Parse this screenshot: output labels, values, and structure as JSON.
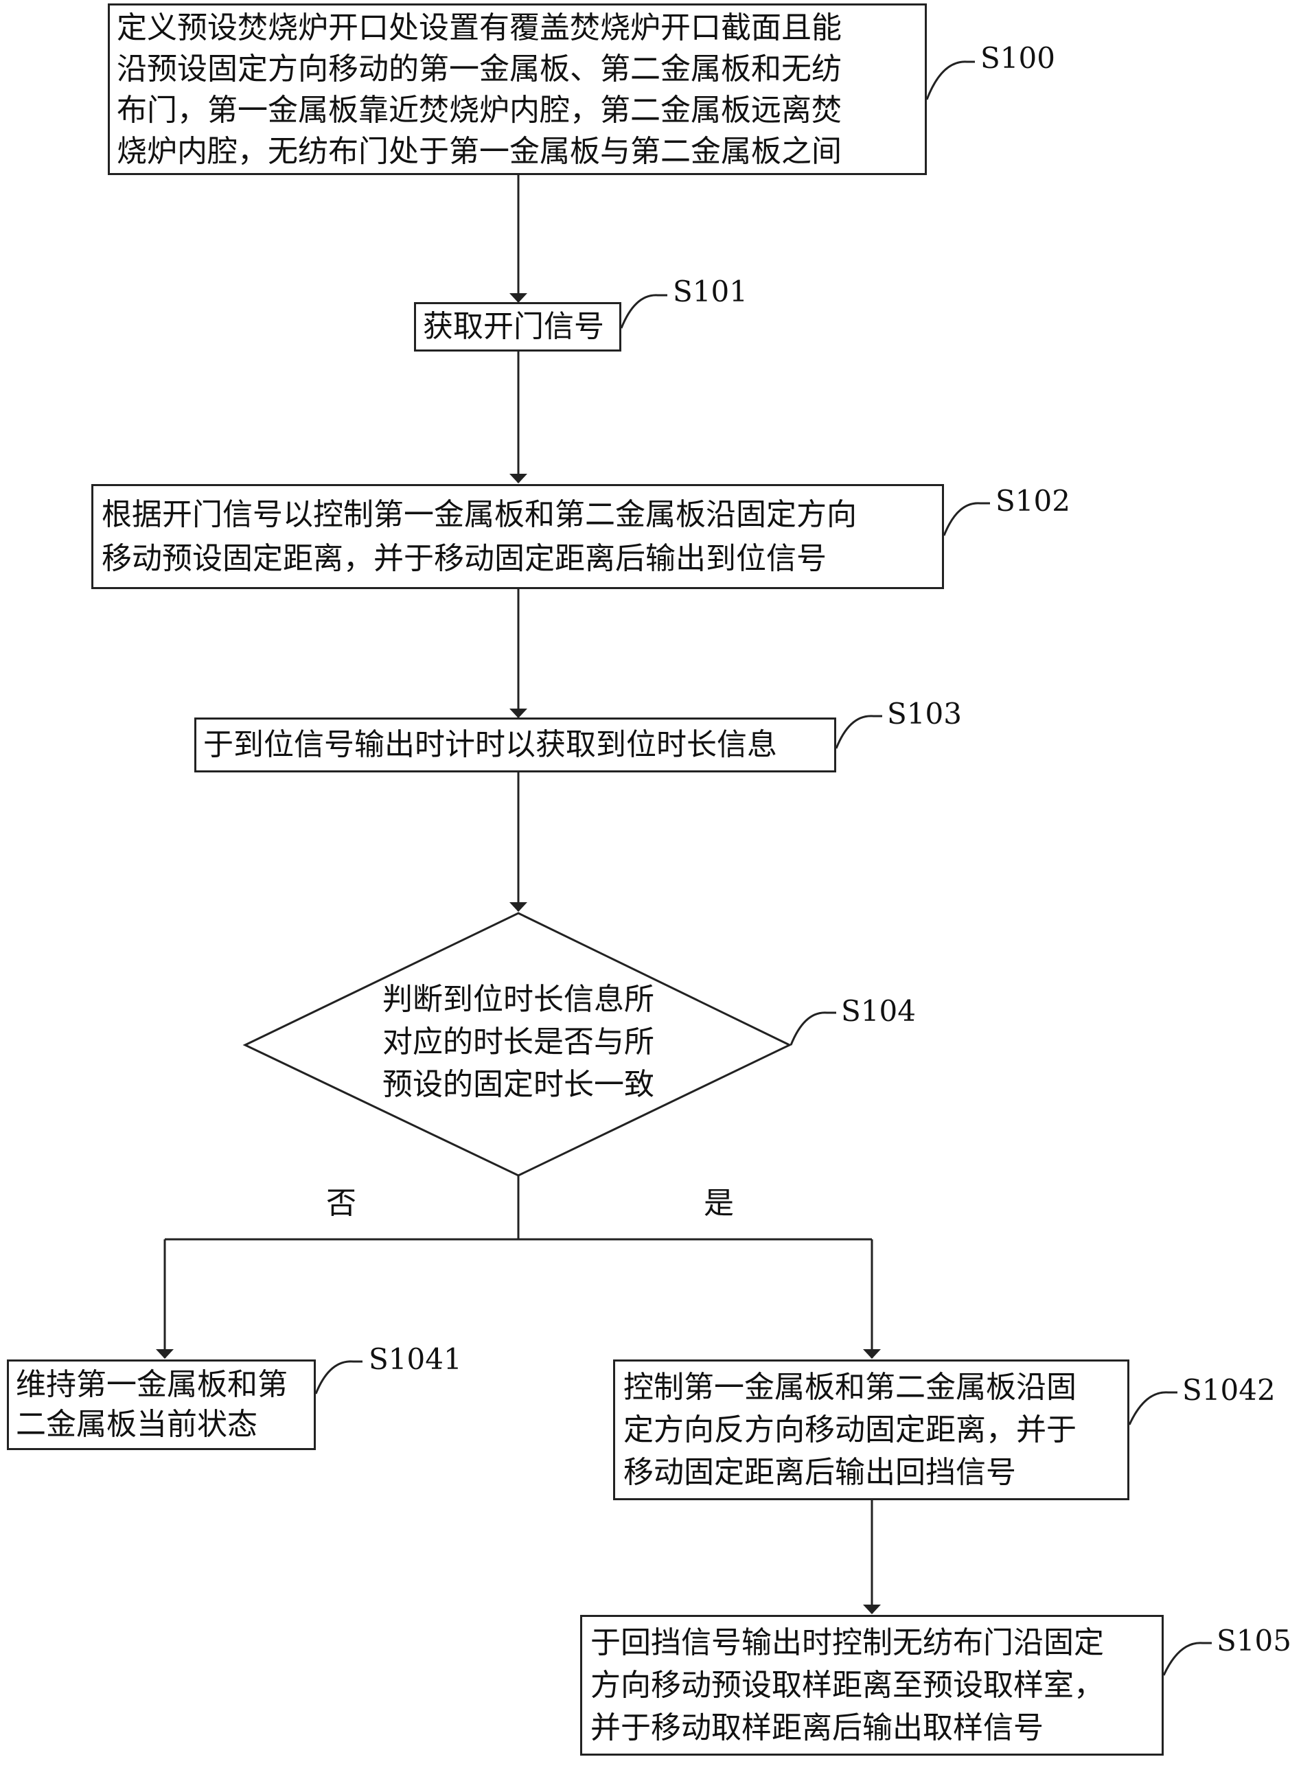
{
  "steps": {
    "s100": {
      "label": "S100",
      "lines": [
        "定义预设焚烧炉开口处设置有覆盖焚烧炉开口截面且能",
        "沿预设固定方向移动的第一金属板、第二金属板和无纺",
        "布门，第一金属板靠近焚烧炉内腔，第二金属板远离焚",
        "烧炉内腔，无纺布门处于第一金属板与第二金属板之间"
      ]
    },
    "s101": {
      "label": "S101",
      "lines": [
        "获取开门信号"
      ]
    },
    "s102": {
      "label": "S102",
      "lines": [
        "根据开门信号以控制第一金属板和第二金属板沿固定方向",
        "移动预设固定距离，并于移动固定距离后输出到位信号"
      ]
    },
    "s103": {
      "label": "S103",
      "lines": [
        "于到位信号输出时计时以获取到位时长信息"
      ]
    },
    "s104": {
      "label": "S104",
      "lines": [
        "判断到位时长信息所",
        "对应的时长是否与所",
        "预设的固定时长一致"
      ]
    },
    "s1041": {
      "label": "S1041",
      "lines": [
        "维持第一金属板和第",
        "二金属板当前状态"
      ]
    },
    "s1042": {
      "label": "S1042",
      "lines": [
        "控制第一金属板和第二金属板沿固",
        "定方向反方向移动固定距离，并于",
        "移动固定距离后输出回挡信号"
      ]
    },
    "s105": {
      "label": "S105",
      "lines": [
        "于回挡信号输出时控制无纺布门沿固定",
        "方向移动预设取样距离至预设取样室，",
        "并于移动取样距离后输出取样信号"
      ]
    }
  },
  "branches": {
    "no": "否",
    "yes": "是"
  }
}
